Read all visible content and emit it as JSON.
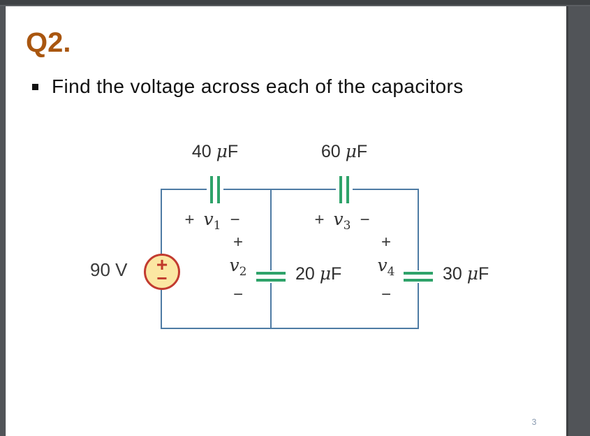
{
  "page": {
    "number": "3"
  },
  "slide": {
    "title": "Q2.",
    "bullet": "Find the voltage across each of the capacitors"
  },
  "circuit": {
    "source_label": "90 V",
    "source_plus": "+",
    "source_minus": "−",
    "unit_mu": "μ",
    "unit_f": "F",
    "cap_top_left": {
      "value": "40"
    },
    "cap_top_right": {
      "value": "60"
    },
    "cap_mid": {
      "value": "20"
    },
    "cap_right": {
      "value": "30"
    },
    "v1": {
      "plus": "+",
      "sym": "v",
      "sub": "1",
      "minus": "−"
    },
    "v2": {
      "plus": "+",
      "sym": "v",
      "sub": "2",
      "minus": "−"
    },
    "v3": {
      "plus": "+",
      "sym": "v",
      "sub": "3",
      "minus": "−"
    },
    "v4": {
      "plus": "+",
      "sym": "v",
      "sub": "4",
      "minus": "−"
    },
    "colors": {
      "wire": "#4e7ba4",
      "capacitor_plate": "#2fa36a",
      "source_border": "#c23b30",
      "source_fill": "#fbe7a3",
      "title": "#a9560f",
      "page_number": "#8496ad"
    }
  }
}
